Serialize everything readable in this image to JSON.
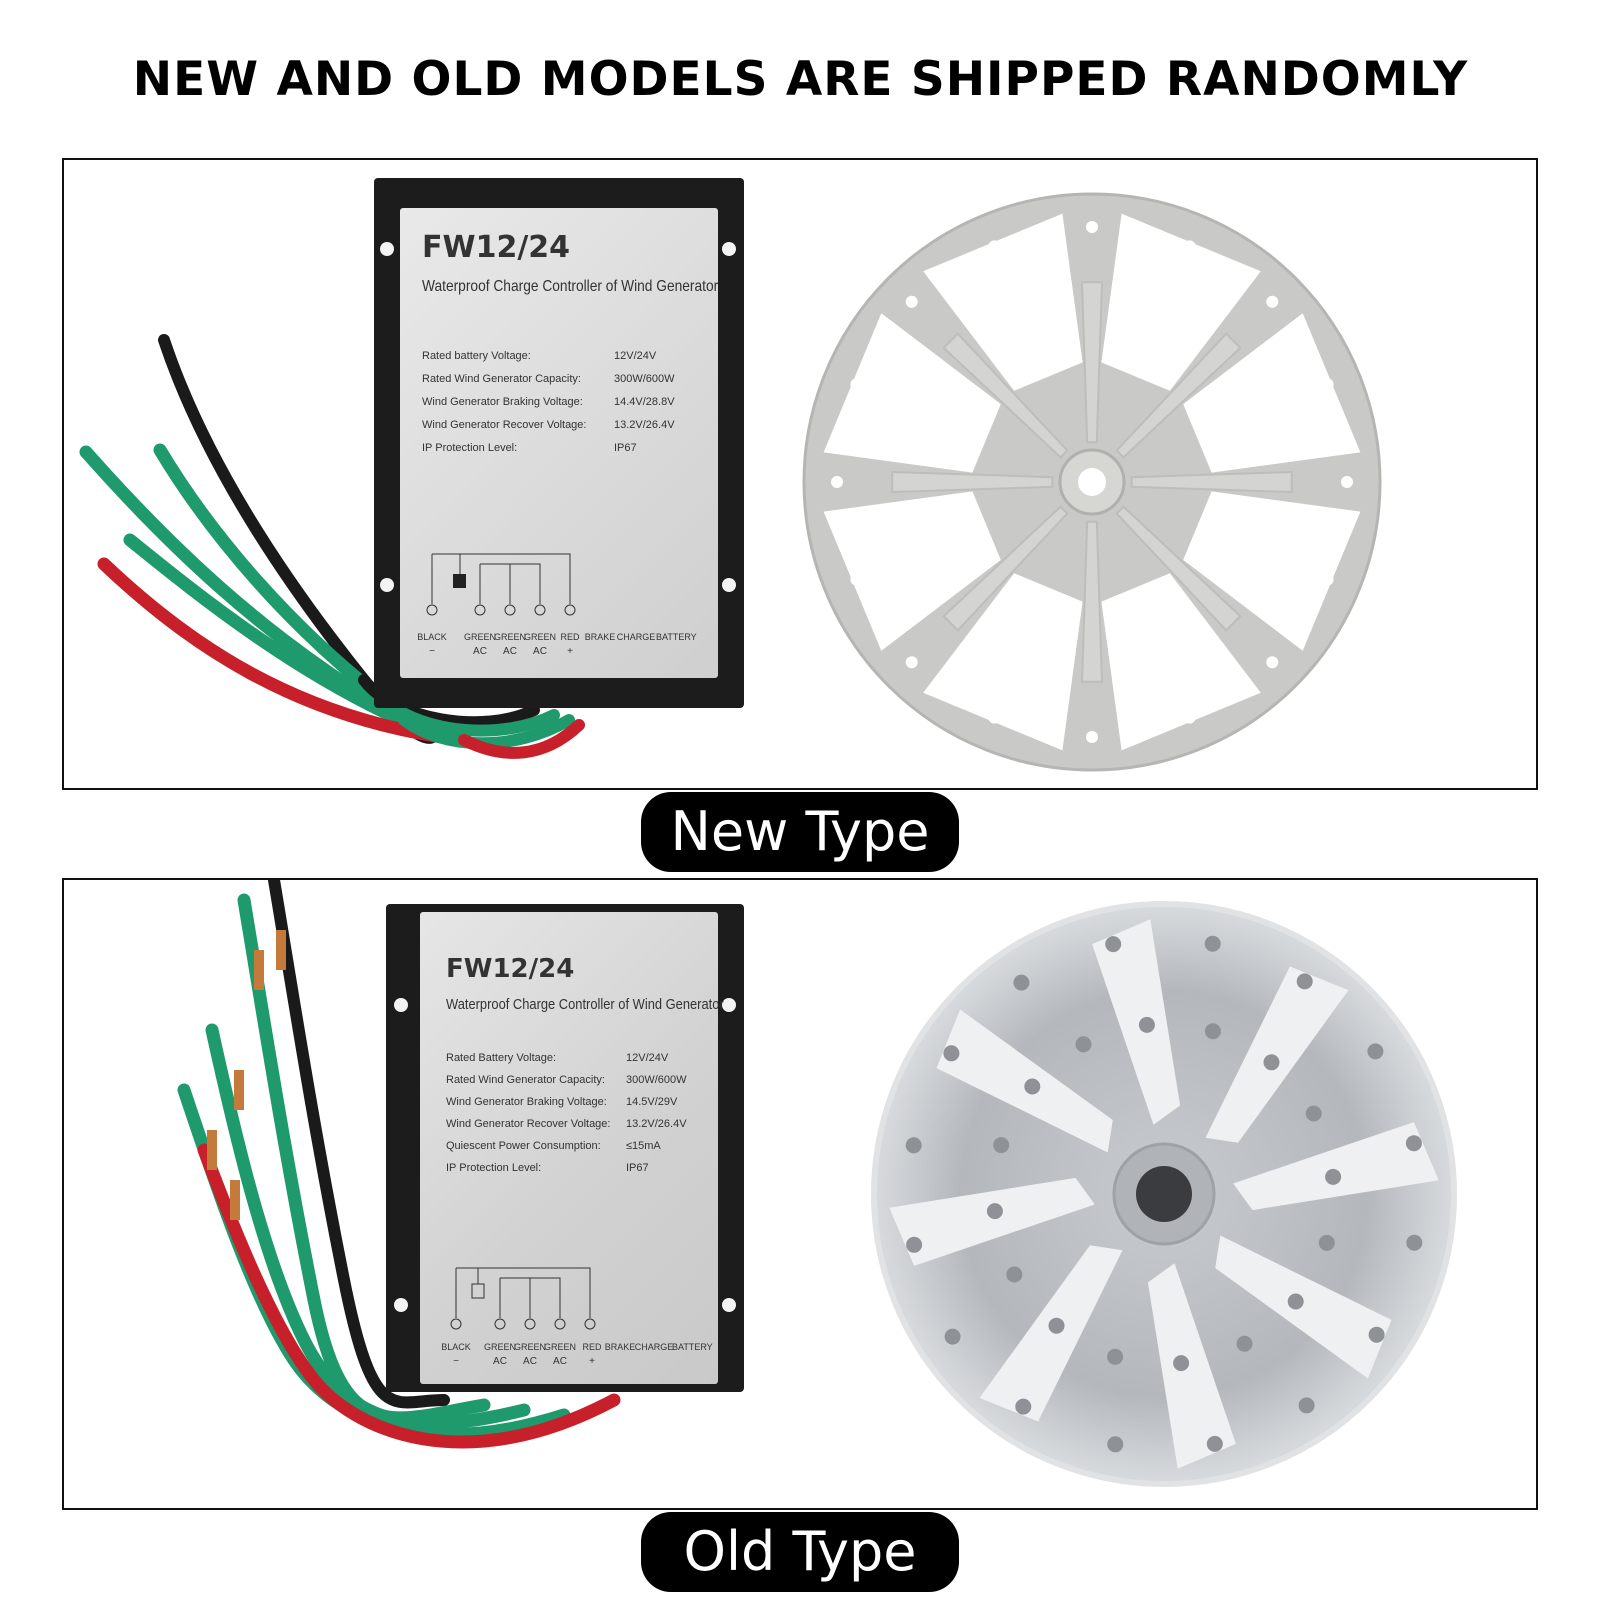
{
  "headline": "NEW AND OLD MODELS ARE SHIPPED RANDOMLY",
  "new_type": {
    "label": "New Type",
    "controller": {
      "model": "FW12/24",
      "subtitle": "Waterproof Charge Controller of Wind Generator",
      "specs": [
        {
          "name": "Rated battery Voltage:",
          "value": "12V/24V"
        },
        {
          "name": "Rated Wind Generator Capacity:",
          "value": "300W/600W"
        },
        {
          "name": "Wind Generator Braking Voltage:",
          "value": "14.4V/28.8V"
        },
        {
          "name": "Wind Generator Recover Voltage:",
          "value": "13.2V/26.4V"
        },
        {
          "name": "IP Protection Level:",
          "value": "IP67"
        }
      ],
      "terminals": [
        "BLACK",
        "GREEN",
        "GREEN",
        "GREEN",
        "RED",
        "BRAKE",
        "CHARGE",
        "BATTERY"
      ],
      "terminal_subs": [
        "−",
        "AC",
        "AC",
        "AC",
        "+"
      ]
    }
  },
  "old_type": {
    "label": "Old Type",
    "controller": {
      "model": "FW12/24",
      "subtitle": "Waterproof Charge Controller of Wind Generator",
      "specs": [
        {
          "name": "Rated Battery Voltage:",
          "value": "12V/24V"
        },
        {
          "name": "Rated Wind Generator Capacity:",
          "value": "300W/600W"
        },
        {
          "name": "Wind Generator Braking Voltage:",
          "value": "14.5V/29V"
        },
        {
          "name": "Wind Generator Recover Voltage:",
          "value": "13.2V/26.4V"
        },
        {
          "name": "Quiescent Power Consumption:",
          "value": "≤15mA"
        },
        {
          "name": "IP Protection Level:",
          "value": "IP67"
        }
      ],
      "terminals": [
        "BLACK",
        "GREEN",
        "GREEN",
        "GREEN",
        "RED",
        "BRAKE",
        "CHARGE",
        "BATTERY"
      ],
      "terminal_subs": [
        "−",
        "AC",
        "AC",
        "AC",
        "+"
      ]
    }
  },
  "colors": {
    "wire_black": "#1a1a1a",
    "wire_green": "#1f9a6c",
    "wire_red": "#c8202a",
    "disc_new": "#c9cac7",
    "disc_old": "#b9bcc0"
  }
}
